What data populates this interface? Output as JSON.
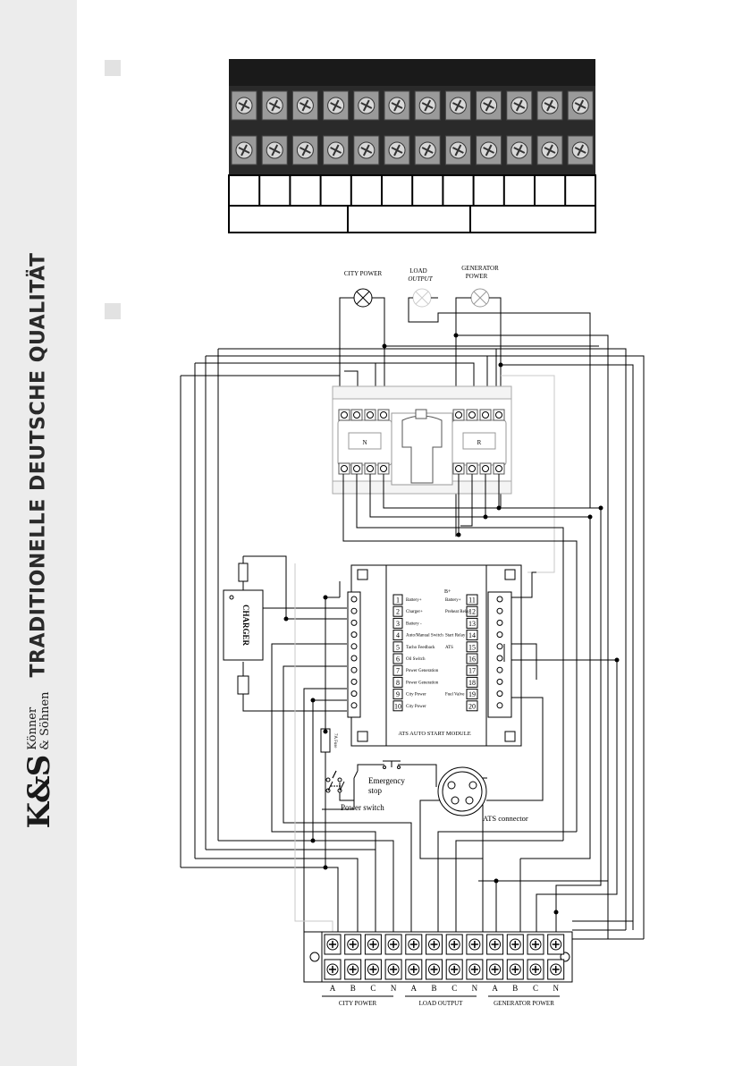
{
  "sidebar": {
    "slogan": "TRADITIONELLE DEUTSCHE QUALITÄT",
    "logo_ks": "K&S",
    "logo_line1": "Könner",
    "logo_line2": "& Söhnen"
  },
  "diagram": {
    "lamps": {
      "city": "CITY POWER",
      "load_l1": "LOAD",
      "load_l2": "OUTPUT",
      "gen_l1": "GENERATOR",
      "gen_l2": "POWER"
    },
    "switch_labels": {
      "left": "N",
      "right": "R"
    },
    "charger": "CHARGER",
    "module_title": "ATS AUTO START MODULE",
    "terminals_left": [
      {
        "num": "1",
        "label": "Battery+"
      },
      {
        "num": "2",
        "label": "Charger+"
      },
      {
        "num": "3",
        "label": "Battery -"
      },
      {
        "num": "4",
        "label": "Auto/Manual Switch"
      },
      {
        "num": "5",
        "label": "Tacho Feedback"
      },
      {
        "num": "6",
        "label": "Oil Switch"
      },
      {
        "num": "7",
        "label": "Power Generation"
      },
      {
        "num": "8",
        "label": "Power Generation"
      },
      {
        "num": "9",
        "label": "City Power"
      },
      {
        "num": "10",
        "label": "City Power"
      }
    ],
    "terminals_right": [
      {
        "num": "11",
        "label": "Battery+"
      },
      {
        "num": "12",
        "label": "Preheat Relay"
      },
      {
        "num": "13",
        "label": ""
      },
      {
        "num": "14",
        "label": "Start Relay"
      },
      {
        "num": "15",
        "label": "ATS"
      },
      {
        "num": "16",
        "label": ""
      },
      {
        "num": "17",
        "label": ""
      },
      {
        "num": "18",
        "label": ""
      },
      {
        "num": "19",
        "label": "Fuel Valve"
      },
      {
        "num": "20",
        "label": ""
      }
    ],
    "b_plus": "B+",
    "fuse": "7A Fuse",
    "emergency_l1": "Emergency",
    "emergency_l2": "stop",
    "power_switch": "Power switch",
    "ats_connector": "ATS connector",
    "terminal_letters": [
      "A",
      "B",
      "C",
      "N",
      "A",
      "B",
      "C",
      "N",
      "A",
      "B",
      "C",
      "N"
    ],
    "groups": [
      "CITY POWER",
      "LOAD OUTPUT",
      "GENERATOR POWER"
    ]
  }
}
